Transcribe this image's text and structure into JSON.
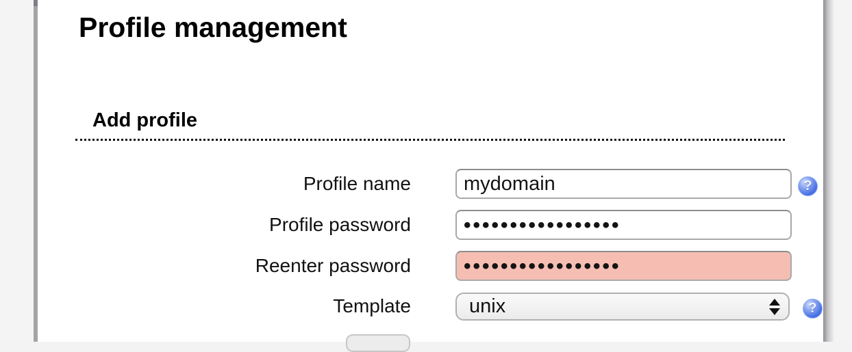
{
  "window": {
    "title": "Profile management"
  },
  "section": {
    "heading": "Add profile"
  },
  "form": {
    "profile_name": {
      "label": "Profile name",
      "value": "mydomain"
    },
    "profile_password": {
      "label": "Profile password",
      "value": "•••••••••••••••••"
    },
    "reenter_password": {
      "label": "Reenter password",
      "value": "•••••••••••••••••"
    },
    "template": {
      "label": "Template",
      "value": "unix"
    }
  },
  "icons": {
    "help_glyph": "?"
  },
  "colors": {
    "error_field_bg": "#f6beb3",
    "help_icon_blue": "#4a72e6",
    "gutter_gray": "#f4f4f5",
    "border_gray": "#a4a4a8"
  }
}
